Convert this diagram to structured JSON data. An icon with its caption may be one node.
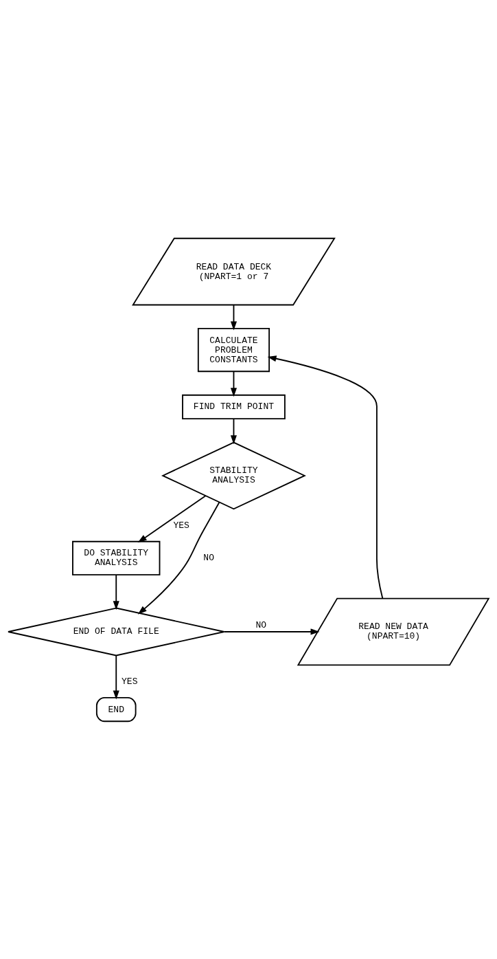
{
  "diagram": {
    "nodes": [
      {
        "text": [
          "READ DATA DECK (NPART=1 or 7"
        ]
      },
      {
        "text": [
          "CALCULATE PROBLEM CONSTANTS"
        ]
      },
      {
        "text": [
          "FIND TRIM POINT"
        ]
      },
      {
        "text": [
          "STABILITY ANALYSIS"
        ]
      },
      {
        "text": [
          "DO STABILITY ANALYSIS"
        ]
      },
      {
        "text": [
          "END OF DATA FILE"
        ]
      },
      {
        "text": [
          "READ NEW DATA (NPART=10)"
        ]
      },
      {
        "text": [
          "END"
        ]
      }
    ],
    "edges": [
      {
        "from": 0,
        "to": 1,
        "arrow": "to"
      },
      {
        "from": 1,
        "to": 2,
        "arrow": "to"
      },
      {
        "from": 2,
        "to": 3,
        "arrow": "to"
      },
      {
        "from": 3,
        "to": 4,
        "arrow": "to",
        "label": "YES"
      },
      {
        "from": 3,
        "to": 5,
        "arrow": "to",
        "label": "NO"
      },
      {
        "from": 4,
        "to": 5,
        "arrow": "to"
      },
      {
        "from": 5,
        "to": 6,
        "arrow": "to",
        "label": "NO"
      },
      {
        "from": 6,
        "to": 1,
        "arrow": "to"
      },
      {
        "from": 5,
        "to": 7,
        "arrow": "to",
        "label": "YES"
      }
    ]
  }
}
